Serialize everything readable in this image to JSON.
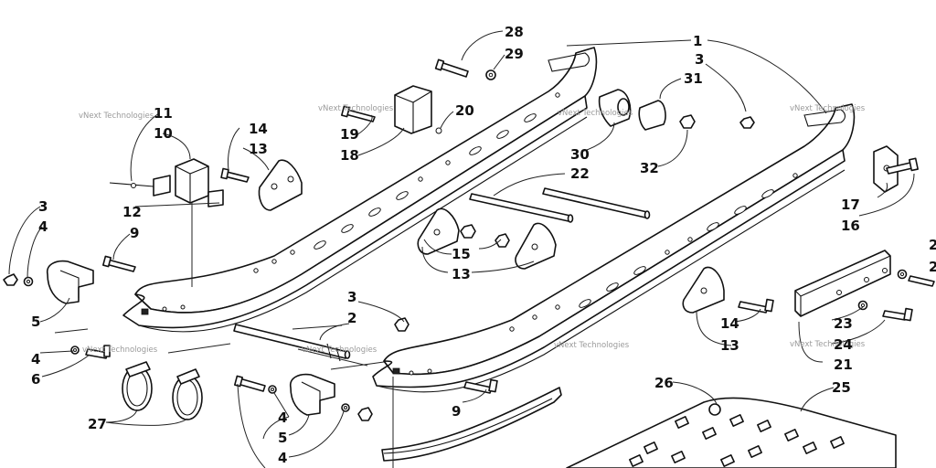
{
  "diagram": {
    "watermark": "vNext Technologies",
    "labels": [
      {
        "id": "l1",
        "text": "1"
      },
      {
        "id": "l3a",
        "text": "3"
      },
      {
        "id": "l31",
        "text": "31"
      },
      {
        "id": "l28",
        "text": "28"
      },
      {
        "id": "l29",
        "text": "29"
      },
      {
        "id": "l11",
        "text": "11"
      },
      {
        "id": "l10",
        "text": "10"
      },
      {
        "id": "l14a",
        "text": "14"
      },
      {
        "id": "l13a",
        "text": "13"
      },
      {
        "id": "l19",
        "text": "19"
      },
      {
        "id": "l20",
        "text": "20"
      },
      {
        "id": "l18",
        "text": "18"
      },
      {
        "id": "l30",
        "text": "30"
      },
      {
        "id": "l32",
        "text": "32"
      },
      {
        "id": "l22",
        "text": "22"
      },
      {
        "id": "l17",
        "text": "17"
      },
      {
        "id": "l16",
        "text": "16"
      },
      {
        "id": "l3b",
        "text": "3"
      },
      {
        "id": "l4a",
        "text": "4"
      },
      {
        "id": "l12",
        "text": "12"
      },
      {
        "id": "l9a",
        "text": "9"
      },
      {
        "id": "l15",
        "text": "15"
      },
      {
        "id": "l13b",
        "text": "13"
      },
      {
        "id": "l5a",
        "text": "5"
      },
      {
        "id": "l2",
        "text": "2"
      },
      {
        "id": "l3c",
        "text": "3"
      },
      {
        "id": "l14b",
        "text": "14"
      },
      {
        "id": "l13c",
        "text": "13"
      },
      {
        "id": "l23",
        "text": "23"
      },
      {
        "id": "l24",
        "text": "24"
      },
      {
        "id": "l21",
        "text": "21"
      },
      {
        "id": "l4b",
        "text": "4"
      },
      {
        "id": "l6",
        "text": "6"
      },
      {
        "id": "l26",
        "text": "26"
      },
      {
        "id": "l25",
        "text": "25"
      },
      {
        "id": "l9b",
        "text": "9"
      },
      {
        "id": "l27",
        "text": "27"
      },
      {
        "id": "l4c",
        "text": "4"
      },
      {
        "id": "l5b",
        "text": "5"
      },
      {
        "id": "l4d",
        "text": "4"
      },
      {
        "id": "l2r1",
        "text": "2"
      },
      {
        "id": "l2r2",
        "text": "2"
      }
    ]
  }
}
